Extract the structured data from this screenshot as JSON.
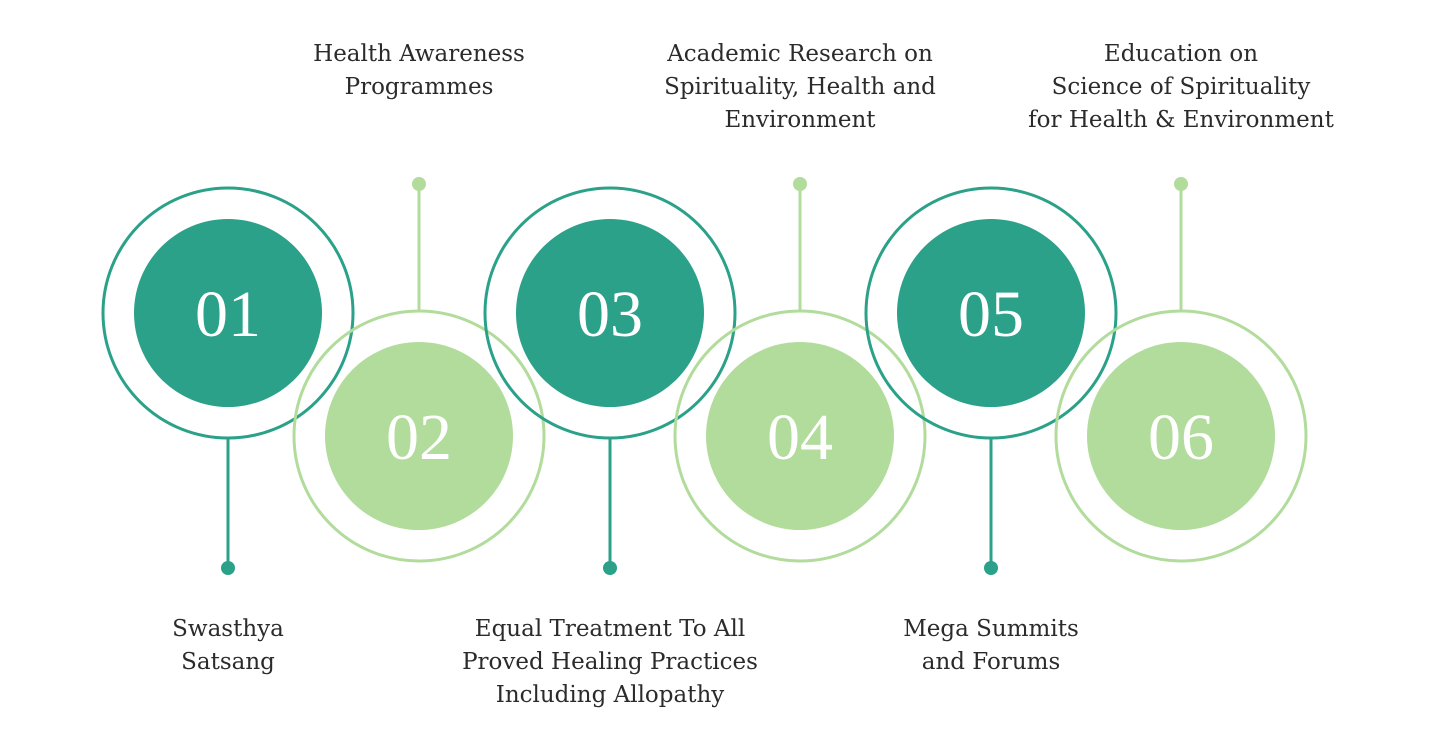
{
  "colors": {
    "dark": "#2aa188",
    "light": "#b2dc9c",
    "text": "#2b2b2b",
    "number_text": "#ffffff"
  },
  "steps": [
    {
      "number": "01",
      "tone": "dark",
      "caption": [
        "Swasthya",
        "Satsang"
      ]
    },
    {
      "number": "02",
      "tone": "light",
      "caption": [
        "Health Awareness",
        "Programmes"
      ]
    },
    {
      "number": "03",
      "tone": "dark",
      "caption": [
        "Equal Treatment To All",
        "Proved Healing Practices",
        "Including Allopathy"
      ]
    },
    {
      "number": "04",
      "tone": "light",
      "caption": [
        "Academic Research on",
        "Spirituality, Health and",
        "Environment"
      ]
    },
    {
      "number": "05",
      "tone": "dark",
      "caption": [
        "Mega Summits",
        "and Forums"
      ]
    },
    {
      "number": "06",
      "tone": "light",
      "caption": [
        "Education on",
        "Science of Spirituality",
        "for Health & Environment"
      ]
    }
  ]
}
